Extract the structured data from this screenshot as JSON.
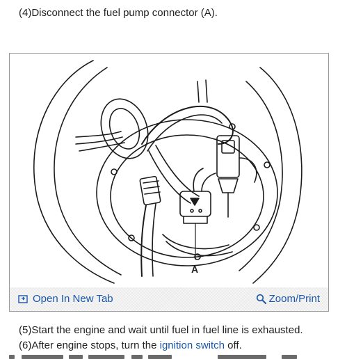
{
  "steps": {
    "step4": "(4)Disconnect the fuel pump connector (A).",
    "step5": "(5)Start the engine and wait until fuel in fuel line is exhausted.",
    "step6_prefix": "(6)After engine stops, turn the ",
    "step6_link": "ignition switch",
    "step6_suffix": " off."
  },
  "figure": {
    "callout_label": "A",
    "open_tab_label": "Open In New Tab",
    "zoom_print_label": "Zoom/Print",
    "open_tab_icon": "open-new-tab-icon",
    "zoom_icon": "magnifier-icon"
  },
  "colors": {
    "link": "#1a56a8",
    "text": "#222222",
    "toolbar": "#e9e9e9"
  }
}
